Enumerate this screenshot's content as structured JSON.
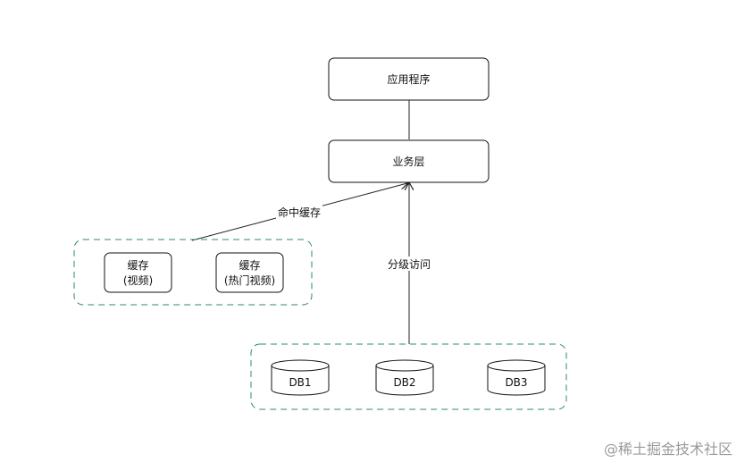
{
  "nodes": {
    "app": {
      "label": "应用程序"
    },
    "business": {
      "label": "业务层"
    },
    "cache_video": {
      "line1": "缓存",
      "line2": "(视频)"
    },
    "cache_hot": {
      "line1": "缓存",
      "line2": "(热门视频)"
    }
  },
  "databases": [
    {
      "label": "DB1"
    },
    {
      "label": "DB2"
    },
    {
      "label": "DB3"
    }
  ],
  "edges": {
    "cache_hit": "命中缓存",
    "tiered_access": "分级访问"
  },
  "watermark": "@稀土掘金技术社区",
  "colors": {
    "group_border": "#2e8b6a",
    "node_border": "#111111"
  }
}
